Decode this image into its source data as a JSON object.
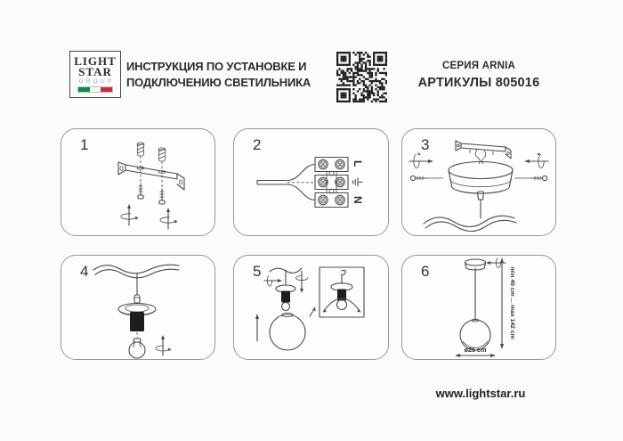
{
  "header": {
    "logo": {
      "word1": "LIGHT",
      "word2": "STAR",
      "word3": "GROUP"
    },
    "title_line1": "ИНСТРУКЦИЯ ПО УСТАНОВКЕ И",
    "title_line2": "ПОДКЛЮЧЕНИЮ СВЕТИЛЬНИКА",
    "series": "СЕРИЯ ARNIA",
    "articles": "АРТИКУЛЫ 805016"
  },
  "steps": [
    {
      "num": "1"
    },
    {
      "num": "2"
    },
    {
      "num": "3"
    },
    {
      "num": "4"
    },
    {
      "num": "5"
    },
    {
      "num": "6"
    }
  ],
  "wiring_labels": {
    "live": "L",
    "neutral": "N"
  },
  "dimensions": {
    "height_range": "min 40 cm ... max 142 cm",
    "diameter": "ø25 cm"
  },
  "footer": {
    "website": "www.lightstar.ru"
  },
  "colors": {
    "flag_green": "#009246",
    "flag_white": "#ffffff",
    "flag_red": "#ce2b37",
    "ink": "#4a4a4a"
  }
}
